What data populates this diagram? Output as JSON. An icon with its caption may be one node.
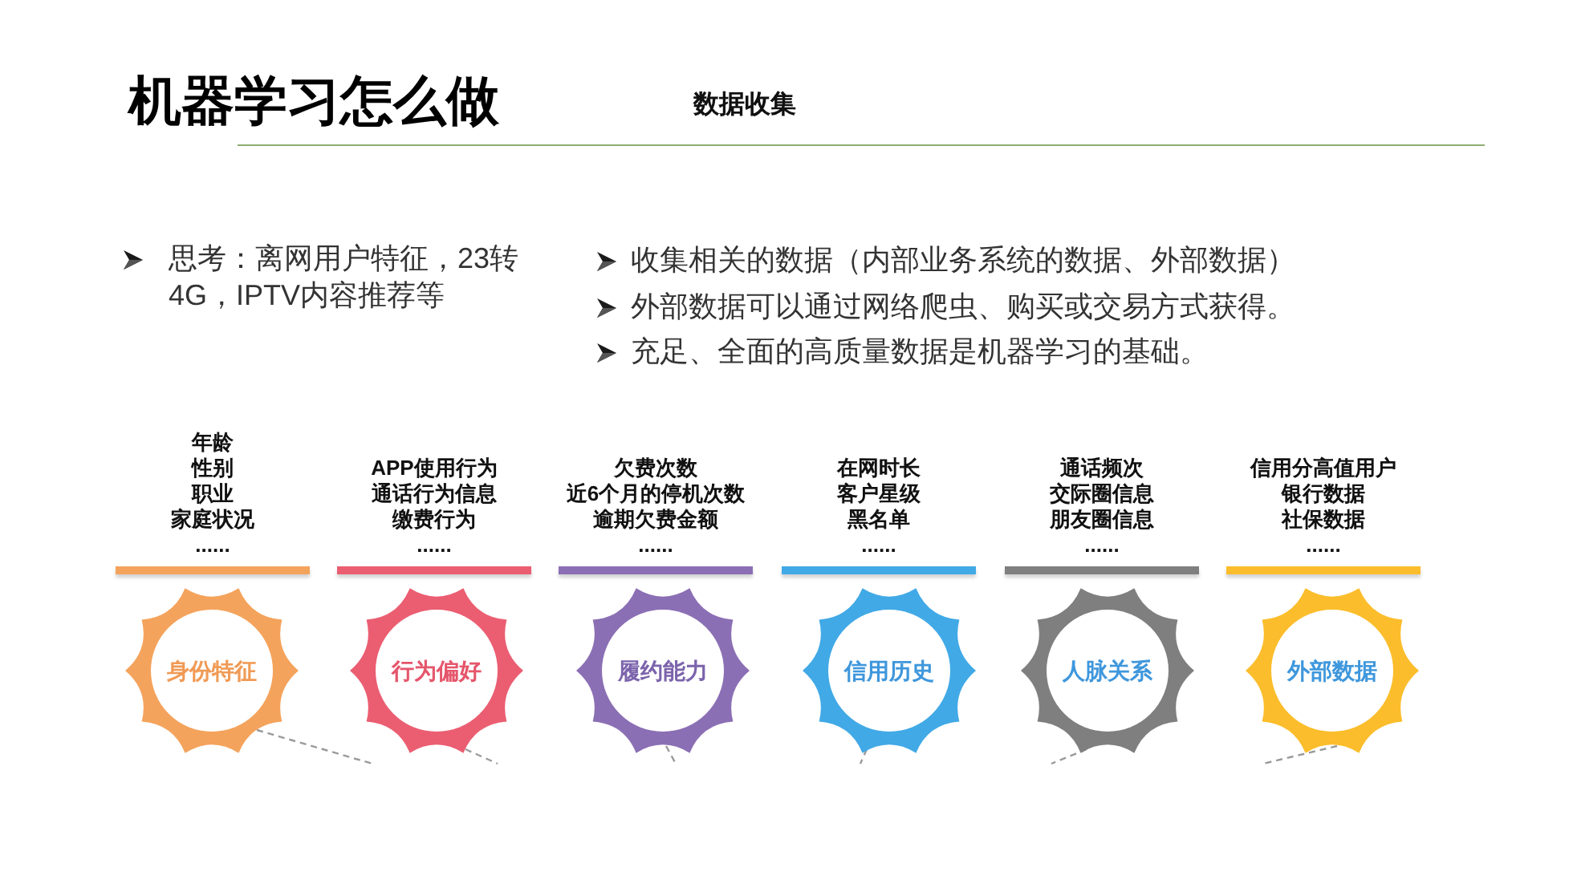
{
  "diagram": {
    "title": "机器学习怎么做",
    "nodes": [
      {
        "text": [
          "年龄",
          "性别",
          "职业",
          "家庭状况",
          "......"
        ]
      },
      {
        "text": [
          "APP使用行为",
          "通话行为信息",
          "缴费行为",
          "......"
        ]
      },
      {
        "text": [
          "欠费次数",
          "近6个月的停机次数",
          "逾期欠费金额",
          "......"
        ]
      },
      {
        "text": [
          "在网时长",
          "客户星级",
          "黑名单",
          "......"
        ]
      },
      {
        "text": [
          "通话频次",
          "交际圈信息",
          "朋友圈信息",
          "......"
        ]
      },
      {
        "text": [
          "信用分高值用户",
          "银行数据",
          "社保数据",
          "......"
        ]
      },
      {
        "text": [
          "身份特征"
        ]
      },
      {
        "text": [
          "行为偏好"
        ]
      },
      {
        "text": [
          "履约能力"
        ]
      },
      {
        "text": [
          "信用历史"
        ]
      },
      {
        "text": [
          "人脉关系"
        ]
      },
      {
        "text": [
          "外部数据"
        ]
      }
    ],
    "labels": [
      "数据收集",
      "思考：离网用户特征，23转4G，IPTV内容推荐等",
      "收集相关的数据（内部业务系统的数据、外部数据）",
      "外部数据可以通过网络爬虫、购买或交易方式获得。",
      "充足、全面的高质量数据是机器学习的基础。"
    ]
  }
}
